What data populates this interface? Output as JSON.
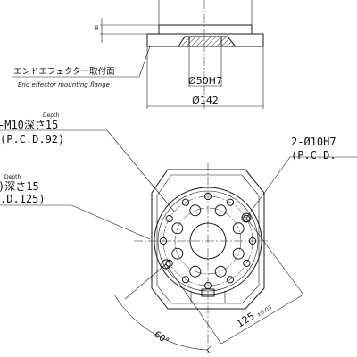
{
  "side_view": {
    "infinity_symbol": "∞",
    "mount_label_jp": "エンドエフェクタ一取付面",
    "mount_label_en": "End effector mounting flange",
    "dia_inner": "Ø50H7",
    "dia_outer": "Ø142"
  },
  "callouts": {
    "tap1_depth_label": "Depth",
    "tap1_spec": "-M10深さ15",
    "tap1_pcd": "(P.C.D.92)",
    "tap2_depth_label": "Depth",
    "tap2_spec": ")深さ15",
    "tap2_pcd": ".D.125)",
    "pin_spec": "2-Ø10H7",
    "pin_pcd": "(P.C.D."
  },
  "dimensions": {
    "angle": "60°",
    "radius": "125",
    "radius_tol": "±0.03"
  },
  "colors": {
    "line": "#1a1a1a",
    "hatch": "#333333"
  }
}
